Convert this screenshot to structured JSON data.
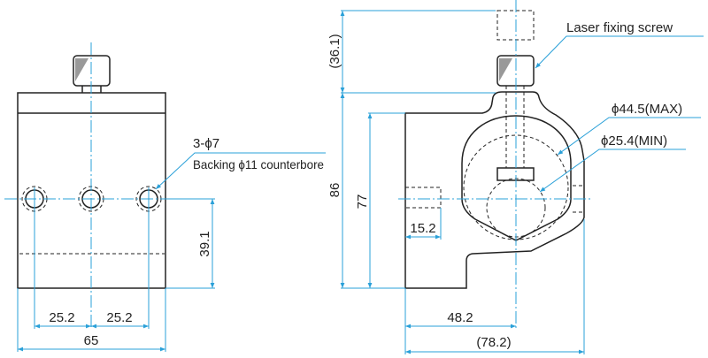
{
  "front_view": {
    "dim_width": "65",
    "dim_pitch_left": "25.2",
    "dim_pitch_right": "25.2",
    "dim_hole_height": "39.1",
    "hole_label": "3-ϕ7",
    "hole_note": "Backing ϕ11 counterbore"
  },
  "side_view": {
    "dim_screw_height": "(36.1)",
    "dim_total_height": "86",
    "dim_body_height": "77",
    "dim_side_hole": "15.2",
    "dim_center_x": "48.2",
    "dim_total_width": "(78.2)",
    "screw_label": "Laser fixing screw",
    "max_label": "ϕ44.5(MAX)",
    "min_label": "ϕ25.4(MIN)"
  },
  "colors": {
    "dimension": "#2aa0d8",
    "outline": "#222222"
  }
}
